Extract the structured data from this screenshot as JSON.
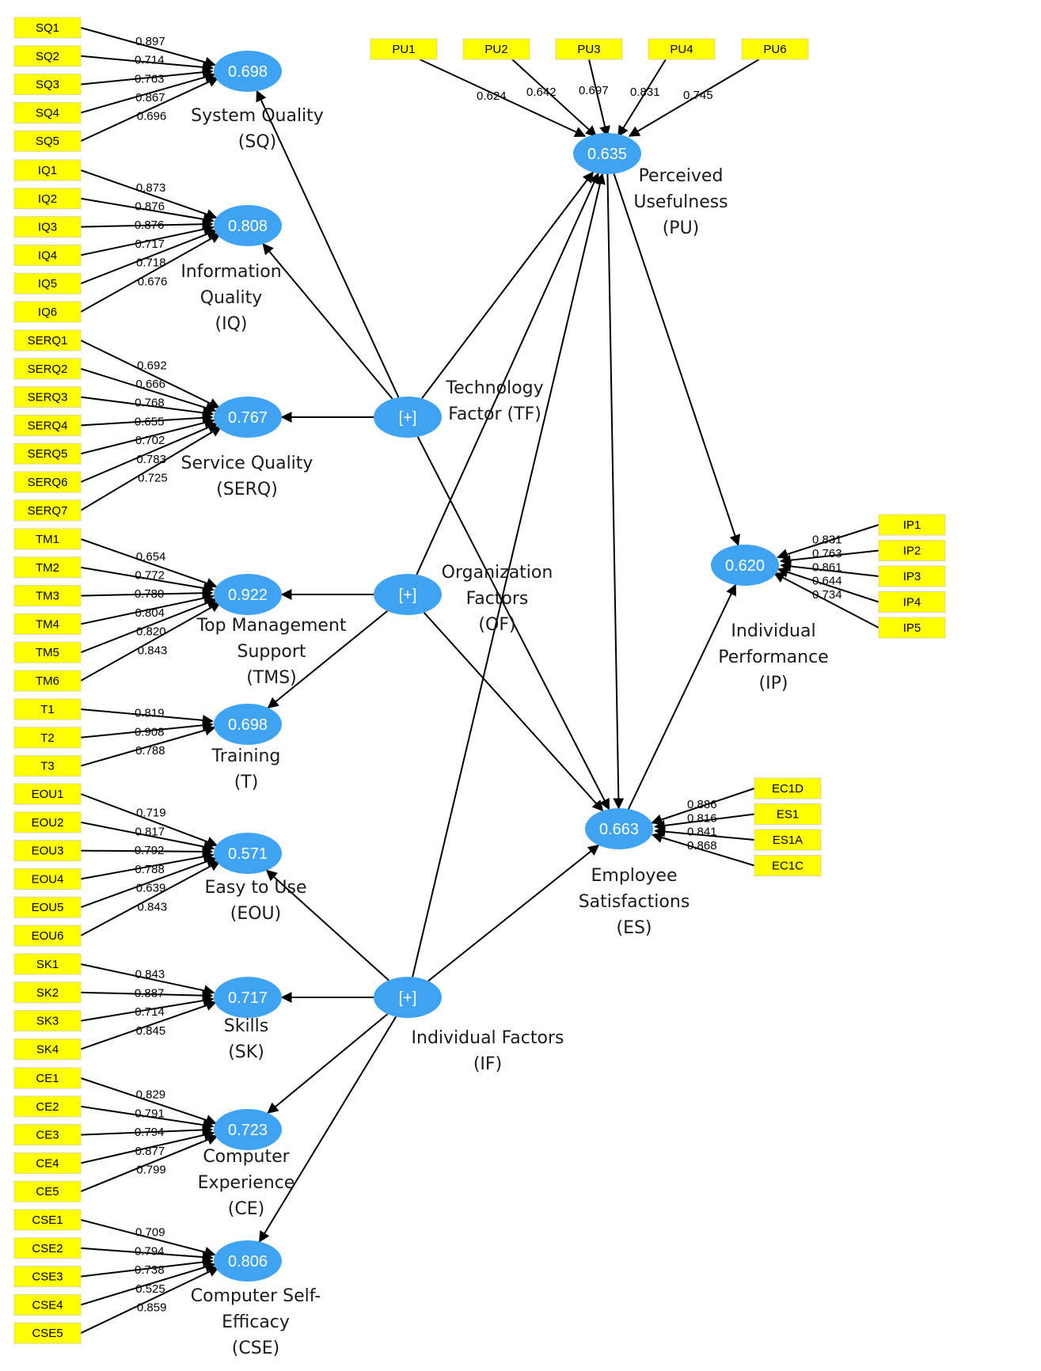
{
  "latents": {
    "SQ": {
      "value": "0.698",
      "label": [
        "System Quality",
        "(SQ)"
      ]
    },
    "IQ": {
      "value": "0.808",
      "label": [
        "Information",
        "Quality",
        "(IQ)"
      ]
    },
    "SERQ": {
      "value": "0.767",
      "label": [
        "Service Quality",
        "(SERQ)"
      ]
    },
    "TMS": {
      "value": "0.922",
      "label": [
        "Top Management",
        "Support",
        "(TMS)"
      ]
    },
    "T": {
      "value": "0.698",
      "label": [
        "Training",
        "(T)"
      ]
    },
    "EOU": {
      "value": "0.571",
      "label": [
        "Easy to Use",
        "(EOU)"
      ]
    },
    "SK": {
      "value": "0.717",
      "label": [
        "Skills",
        "(SK)"
      ]
    },
    "CE": {
      "value": "0.723",
      "label": [
        "Computer",
        "Experience",
        "(CE)"
      ]
    },
    "CSE": {
      "value": "0.806",
      "label": [
        "Computer Self-",
        "Efficacy",
        "(CSE)"
      ]
    },
    "TF": {
      "value": "[+]",
      "label": [
        "Technology",
        "Factor (TF)"
      ]
    },
    "OF": {
      "value": "[+]",
      "label": [
        "Organization",
        "Factors",
        "(OF)"
      ]
    },
    "IF": {
      "value": "[+]",
      "label": [
        "Individual Factors",
        "(IF)"
      ]
    },
    "PU": {
      "value": "0.635",
      "label": [
        "Perceived",
        "Usefulness",
        "(PU)"
      ]
    },
    "IP": {
      "value": "0.620",
      "label": [
        "Individual",
        "Performance",
        "(IP)"
      ]
    },
    "ES": {
      "value": "0.663",
      "label": [
        "Employee",
        "Satisfactions",
        "(ES)"
      ]
    }
  },
  "indicator_groups": {
    "SQ": {
      "items": [
        "SQ1",
        "SQ2",
        "SQ3",
        "SQ4",
        "SQ5"
      ],
      "loadings": [
        "0.897",
        "0.714",
        "0.763",
        "0.867",
        "0.696"
      ]
    },
    "IQ": {
      "items": [
        "IQ1",
        "IQ2",
        "IQ3",
        "IQ4",
        "IQ5",
        "IQ6"
      ],
      "loadings": [
        "0.873",
        "0.876",
        "0.876",
        "0.717",
        "0.718",
        "0.676"
      ]
    },
    "SERQ": {
      "items": [
        "SERQ1",
        "SERQ2",
        "SERQ3",
        "SERQ4",
        "SERQ5",
        "SERQ6",
        "SERQ7"
      ],
      "loadings": [
        "0.692",
        "0.666",
        "0.768",
        "0.655",
        "0.702",
        "0.783",
        "0.725"
      ]
    },
    "TMS": {
      "items": [
        "TM1",
        "TM2",
        "TM3",
        "TM4",
        "TM5",
        "TM6"
      ],
      "loadings": [
        "0.654",
        "0.772",
        "0.780",
        "0.804",
        "0.820",
        "0.843"
      ]
    },
    "T": {
      "items": [
        "T1",
        "T2",
        "T3"
      ],
      "loadings": [
        "0.819",
        "0.908",
        "0.788"
      ]
    },
    "EOU": {
      "items": [
        "EOU1",
        "EOU2",
        "EOU3",
        "EOU4",
        "EOU5",
        "EOU6"
      ],
      "loadings": [
        "0.719",
        "0.817",
        "0.792",
        "0.788",
        "0.639",
        "0.843"
      ]
    },
    "SK": {
      "items": [
        "SK1",
        "SK2",
        "SK3",
        "SK4"
      ],
      "loadings": [
        "0.843",
        "0.887",
        "0.714",
        "0.845"
      ]
    },
    "CE": {
      "items": [
        "CE1",
        "CE2",
        "CE3",
        "CE4",
        "CE5"
      ],
      "loadings": [
        "0.829",
        "0.791",
        "0.794",
        "0.877",
        "0.799"
      ]
    },
    "CSE": {
      "items": [
        "CSE1",
        "CSE2",
        "CSE3",
        "CSE4",
        "CSE5"
      ],
      "loadings": [
        "0.709",
        "0.794",
        "0.738",
        "0.525",
        "0.859"
      ]
    },
    "PU": {
      "items": [
        "PU1",
        "PU2",
        "PU3",
        "PU4",
        "PU6"
      ],
      "loadings": [
        "0.624",
        "0.642",
        "0.697",
        "0.831",
        "0.745"
      ]
    },
    "IP": {
      "items": [
        "IP1",
        "IP2",
        "IP3",
        "IP4",
        "IP5"
      ],
      "loadings": [
        "0.831",
        "0.763",
        "0.861",
        "0.644",
        "0.734"
      ]
    },
    "ES": {
      "items": [
        "EC1D",
        "ES1",
        "ES1A",
        "EC1C"
      ],
      "loadings": [
        "0.886",
        "0.816",
        "0.841",
        "0.868"
      ]
    }
  },
  "colors": {
    "indicator_fill": "#ffff00",
    "latent_fill": "#3fa3f2",
    "line": "#000000"
  }
}
